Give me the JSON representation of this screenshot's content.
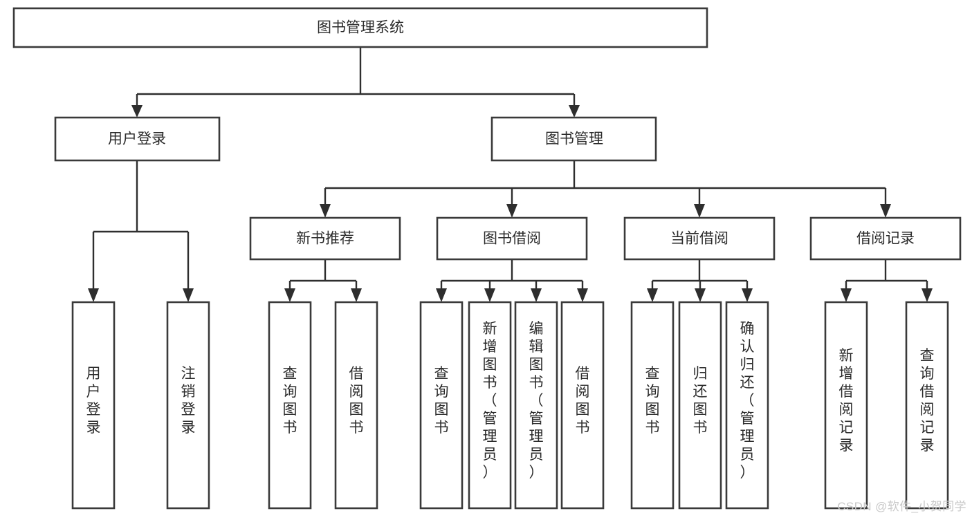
{
  "diagram": {
    "type": "tree-hierarchy-chart",
    "title": "图书管理系统",
    "watermark": "CSDN @软件_小贺同学",
    "levels": {
      "root": {
        "label": "图书管理系统"
      },
      "level2": [
        {
          "label": "用户登录"
        },
        {
          "label": "图书管理"
        }
      ],
      "level3": [
        {
          "label": "新书推荐"
        },
        {
          "label": "图书借阅"
        },
        {
          "label": "当前借阅"
        },
        {
          "label": "借阅记录"
        }
      ],
      "leaves": {
        "user_login": [
          {
            "label": "用户登录"
          },
          {
            "label": "注销登录"
          }
        ],
        "new_book_recommend": [
          {
            "label": "查询图书"
          },
          {
            "label": "借阅图书"
          }
        ],
        "book_borrow": [
          {
            "label": "查询图书"
          },
          {
            "label": "新增图书（管理员）"
          },
          {
            "label": "编辑图书（管理员）"
          },
          {
            "label": "借阅图书"
          }
        ],
        "current_borrow": [
          {
            "label": "查询图书"
          },
          {
            "label": "归还图书"
          },
          {
            "label": "确认归还（管理员）"
          }
        ],
        "borrow_record": [
          {
            "label": "新增借阅记录"
          },
          {
            "label": "查询借阅记录"
          }
        ]
      }
    },
    "colors": {
      "box_stroke": "#3a3a3a",
      "box_fill": "#ffffff",
      "connector": "#2e2e2e",
      "text": "#2b2b2b",
      "watermark": "#c9c9c9",
      "background": "#ffffff"
    }
  }
}
